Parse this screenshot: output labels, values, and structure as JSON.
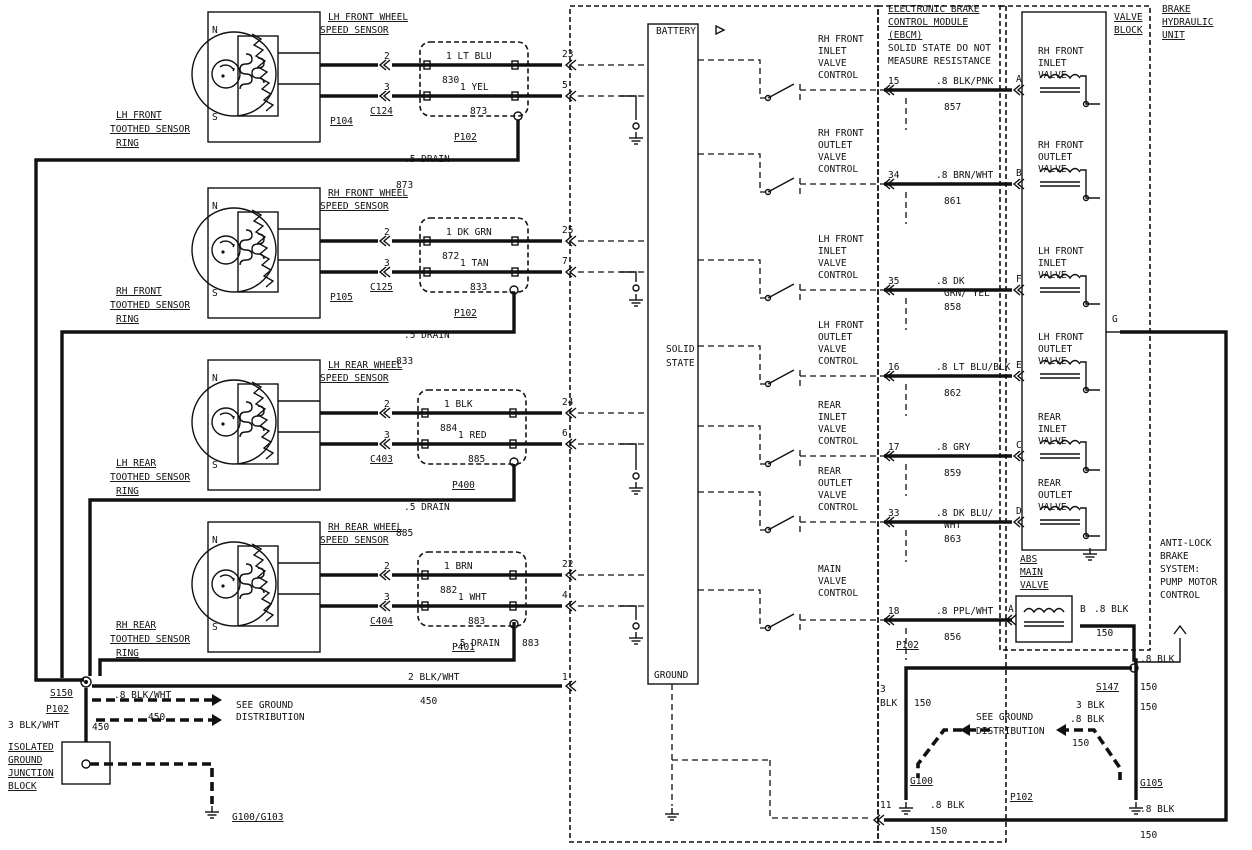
{
  "sensors": [
    {
      "title": "LH FRONT WHEEL",
      "title2": "SPEED SENSOR",
      "ring1": "LH FRONT",
      "ring2": "TOOTHED SENSOR",
      "ring3": "RING",
      "conn": "C124",
      "pconn": "P104",
      "w1": "1 LT BLU",
      "w2": "1 YEL",
      "c1": "830",
      "c2": "873",
      "p": "P102",
      "drain": ".5 DRAIN",
      "drainc": "873",
      "t1": "23",
      "t2": "5"
    },
    {
      "title": "RH FRONT WHEEL",
      "title2": "SPEED SENSOR",
      "ring1": "RH FRONT",
      "ring2": "TOOTHED SENSOR",
      "ring3": "RING",
      "conn": "C125",
      "pconn": "P105",
      "w1": "1 DK GRN",
      "w2": "1 TAN",
      "c1": "872",
      "c2": "833",
      "p": "P102",
      "drain": ".5 DRAIN",
      "drainc": "833",
      "t1": "25",
      "t2": "7"
    },
    {
      "title": "LH REAR WHEEL",
      "title2": "SPEED SENSOR",
      "ring1": "LH REAR",
      "ring2": "TOOTHED SENSOR",
      "ring3": "RING",
      "conn": "C403",
      "pconn": "",
      "w1": "1 BLK",
      "w2": "1 RED",
      "c1": "884",
      "c2": "885",
      "p": "P400",
      "drain": ".5 DRAIN",
      "drainc": "885",
      "t1": "24",
      "t2": "6"
    },
    {
      "title": "RH REAR WHEEL",
      "title2": "SPEED SENSOR",
      "ring1": "RH REAR",
      "ring2": "TOOTHED SENSOR",
      "ring3": "RING",
      "conn": "C404",
      "pconn": "",
      "w1": "1 BRN",
      "w2": "1 WHT",
      "c1": "882",
      "c2": "883",
      "p": "P401",
      "drain": ".5 DRAIN",
      "drainc": "883",
      "t1": "22",
      "t2": "4"
    }
  ],
  "pins": {
    "n": "N",
    "s": "S",
    "p2": "2",
    "p3": "3"
  },
  "ebcm": {
    "battery": "BATTERY",
    "solid1": "SOLID",
    "solid2": "STATE",
    "ground": "GROUND",
    "title": [
      "ELECTRONIC BRAKE",
      "CONTROL MODULE",
      "(EBCM)",
      "SOLID STATE DO NOT",
      "MEASURE RESISTANCE"
    ]
  },
  "valves": [
    {
      "name": [
        "RH FRONT",
        "INLET",
        "VALVE",
        "CONTROL"
      ],
      "pin": "15",
      "wire": ".8 BLK/PNK",
      "wire2": "",
      "circuit": "857",
      "letter": "A",
      "block": [
        "RH FRONT",
        "INLET",
        "VALVE"
      ]
    },
    {
      "name": [
        "RH FRONT",
        "OUTLET",
        "VALVE",
        "CONTROL"
      ],
      "pin": "34",
      "wire": ".8 BRN/WHT",
      "wire2": "",
      "circuit": "861",
      "letter": "B",
      "block": [
        "RH FRONT",
        "OUTLET",
        "VALVE"
      ]
    },
    {
      "name": [
        "LH FRONT",
        "INLET",
        "VALVE",
        "CONTROL"
      ],
      "pin": "35",
      "wire": ".8 DK",
      "wire2": "GRN/ YEL",
      "circuit": "858",
      "letter": "F",
      "block": [
        "LH FRONT",
        "INLET",
        "VALVE"
      ]
    },
    {
      "name": [
        "LH FRONT",
        "OUTLET",
        "VALVE",
        "CONTROL"
      ],
      "pin": "16",
      "wire": ".8 LT BLU/BLK",
      "wire2": "",
      "circuit": "862",
      "letter": "E",
      "block": [
        "LH FRONT",
        "OUTLET",
        "VALVE"
      ]
    },
    {
      "name": [
        "REAR",
        "INLET",
        "VALVE",
        "CONTROL"
      ],
      "pin": "17",
      "wire": ".8 GRY",
      "wire2": "",
      "circuit": "859",
      "letter": "C",
      "block": [
        "REAR",
        "INLET",
        "VALVE"
      ]
    },
    {
      "name": [
        "REAR",
        "OUTLET",
        "VALVE",
        "CONTROL"
      ],
      "pin": "33",
      "wire": ".8 DK BLU/",
      "wire2": "WHT",
      "circuit": "863",
      "letter": "D",
      "block": [
        "REAR",
        "OUTLET",
        "VALVE"
      ]
    },
    {
      "name": [
        "MAIN",
        "VALVE",
        "CONTROL"
      ],
      "pin": "18",
      "wire": ".8 PPL/WHT",
      "wire2": "",
      "circuit": "856",
      "letter": "A",
      "block": []
    }
  ],
  "hyd": {
    "title": [
      "BRAKE",
      "HYDRAULIC",
      "UNIT"
    ],
    "block": [
      "VALVE",
      "BLOCK"
    ],
    "g": "G",
    "abs": [
      "ABS",
      "MAIN",
      "VALVE"
    ],
    "b": "B",
    "bwire": ".8 BLK",
    "bc": "150"
  },
  "pump": [
    "ANTI-LOCK",
    "BRAKE",
    "SYSTEM:",
    "PUMP MOTOR",
    "CONTROL"
  ],
  "ground": {
    "s150": "S150",
    "p102": "P102",
    "wire1": ".8 BLK/WHT",
    "c450": "450",
    "see1": "SEE GROUND",
    "see2": "DISTRIBUTION",
    "bwht3": "3 BLK/WHT",
    "c450b": "450",
    "iso": [
      "ISOLATED",
      "GROUND",
      "JUNCTION",
      "BLOCK"
    ],
    "g100g103": "G100/G103",
    "pin1": "1",
    "wire2": "2 BLK/WHT",
    "c450c": "450",
    "r3": "3",
    "rblk": "BLK",
    "r150": "150",
    "see3": "SEE GROUND",
    "see4": "DISTRIBUTION",
    "g100": "G100",
    "blk3": "3 BLK",
    "blk8": ".8 BLK",
    "c150": "150",
    "g105": "G105",
    "s147": "S147",
    "b8a": ".8 BLK",
    "c150a": "150",
    "c150b": "150",
    "pin11": "11",
    "b8b": ".8 BLK",
    "c150c": "150",
    "p102b": "P102",
    "b8c": ".8 BLK",
    "c150d": "150",
    "p102c": "P102"
  }
}
